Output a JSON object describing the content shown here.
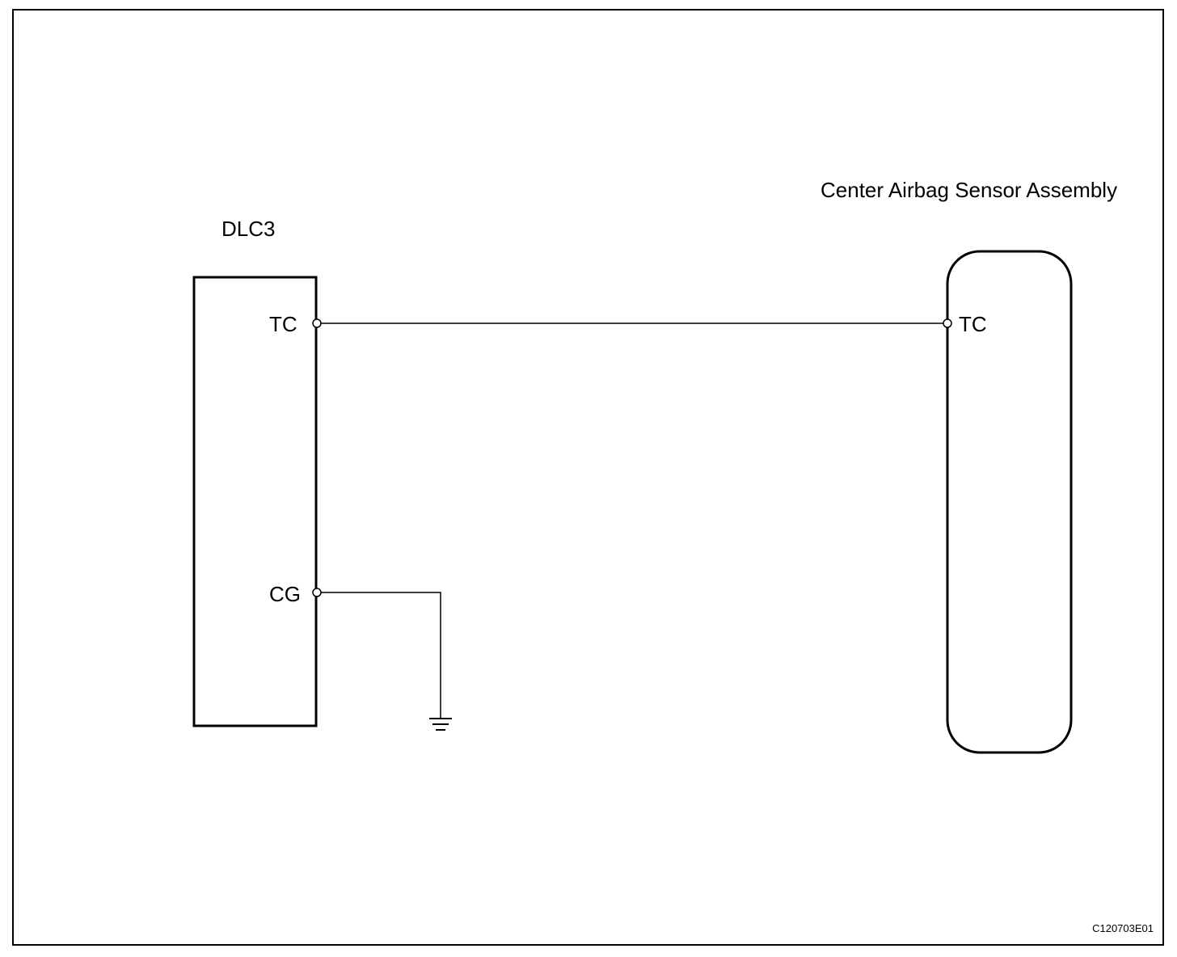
{
  "diagram": {
    "dlc3": {
      "label": "DLC3",
      "pins": {
        "tc": "TC",
        "cg": "CG"
      }
    },
    "airbag_sensor": {
      "label": "Center Airbag Sensor Assembly",
      "pins": {
        "tc": "TC"
      }
    },
    "figure_code": "C120703E01",
    "colors": {
      "stroke": "#000000",
      "background": "#ffffff"
    }
  }
}
